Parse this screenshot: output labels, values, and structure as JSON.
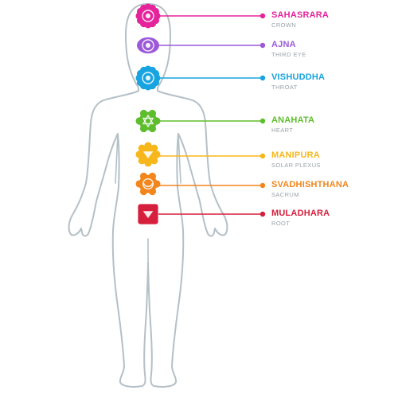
{
  "body_outline_color": "#b4c0c6",
  "chakras": [
    {
      "name": "SAHASRARA",
      "sub": "CROWN",
      "color": "#e5239b",
      "icon": "lotus-icon"
    },
    {
      "name": "AJNA",
      "sub": "THIRD EYE",
      "color": "#9b59d9",
      "icon": "lotus-icon"
    },
    {
      "name": "VISHUDDHA",
      "sub": "THROAT",
      "color": "#17a4e0",
      "icon": "lotus-icon"
    },
    {
      "name": "ANAHATA",
      "sub": "HEART",
      "color": "#5ebd2c",
      "icon": "star-of-david-icon"
    },
    {
      "name": "MANIPURA",
      "sub": "SOLAR PLEXUS",
      "color": "#f7b71a",
      "icon": "triangle-down-icon"
    },
    {
      "name": "SVADHISHTHANA",
      "sub": "SACRUM",
      "color": "#f2861d",
      "icon": "crescent-icon"
    },
    {
      "name": "MULADHARA",
      "sub": "ROOT",
      "color": "#d61f3c",
      "icon": "triangle-down-icon"
    }
  ]
}
